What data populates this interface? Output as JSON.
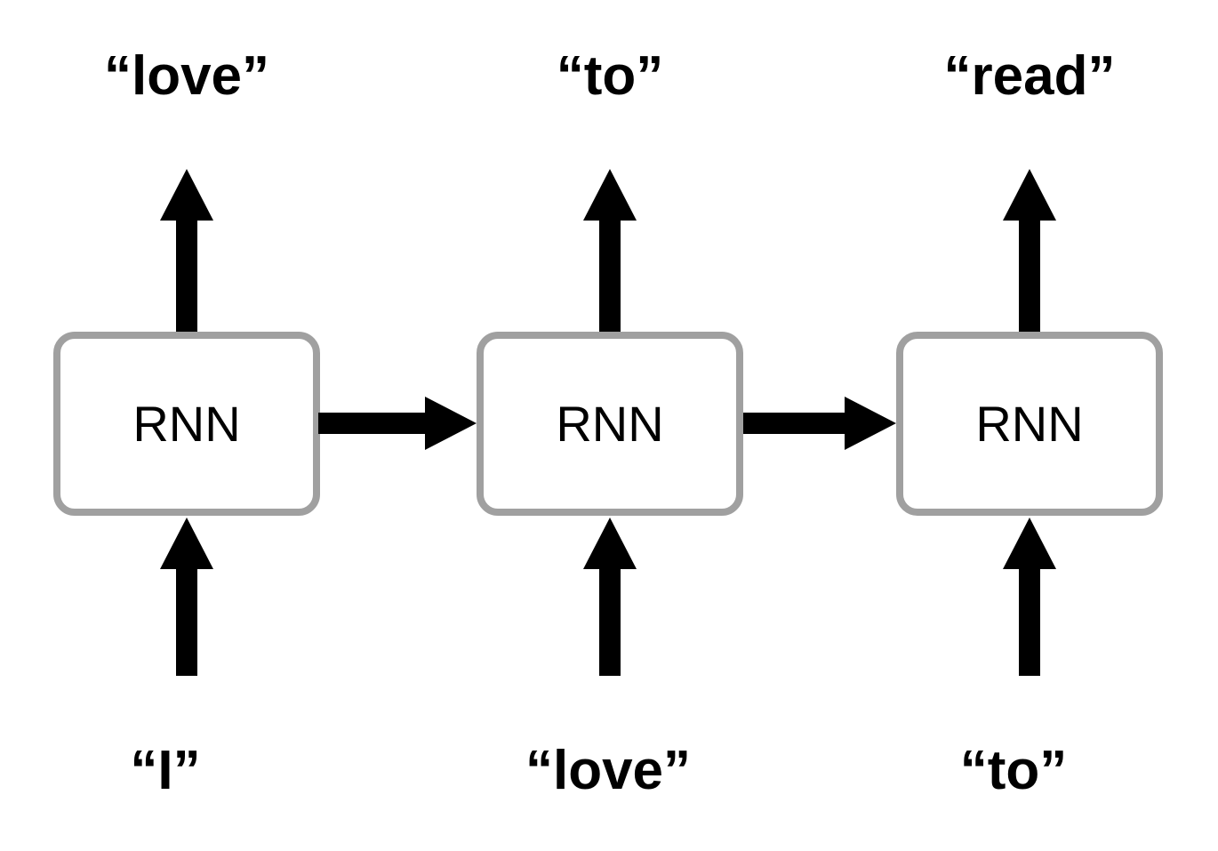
{
  "diagram": {
    "type": "rnn-unrolled-sequence",
    "cells": [
      {
        "label": "RNN",
        "input": "“I”",
        "output": "“love”"
      },
      {
        "label": "RNN",
        "input": "“love”",
        "output": "“to”"
      },
      {
        "label": "RNN",
        "input": "“to”",
        "output": "“read”"
      }
    ],
    "connections": [
      {
        "from": "cell-1",
        "to": "cell-2",
        "kind": "recurrent-hidden-state"
      },
      {
        "from": "cell-2",
        "to": "cell-3",
        "kind": "recurrent-hidden-state"
      }
    ],
    "colors": {
      "background": "#ffffff",
      "box_border": "#a0a0a0",
      "box_fill": "#ffffff",
      "arrow": "#000000",
      "text": "#000000"
    }
  }
}
